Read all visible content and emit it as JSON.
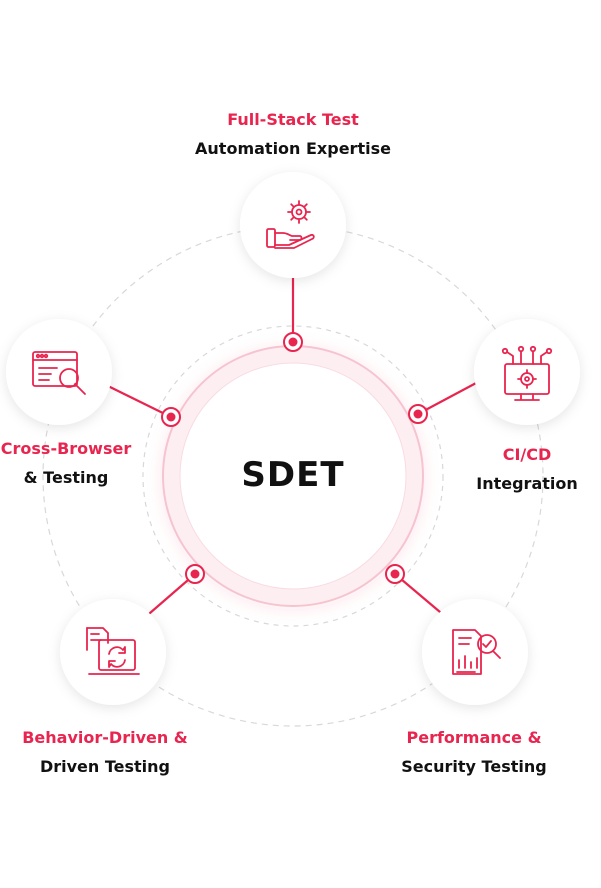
{
  "center": {
    "title": "SDET"
  },
  "nodes": [
    {
      "id": "full-stack",
      "line1": "Full-Stack Test",
      "line2": "Automation Expertise",
      "icon": "gear-hand-icon"
    },
    {
      "id": "ci-cd",
      "line1": "CI/CD",
      "line2": "Integration",
      "icon": "monitor-gear-icon"
    },
    {
      "id": "performance",
      "line1": "Performance &",
      "line2": "Security Testing",
      "icon": "report-magnifier-icon"
    },
    {
      "id": "bdd",
      "line1": "Behavior-Driven &",
      "line2": "Driven Testing",
      "icon": "document-refresh-icon"
    },
    {
      "id": "cross-browser",
      "line1": "Cross-Browser",
      "line2": "& Testing",
      "icon": "browser-magnifier-icon"
    }
  ],
  "colors": {
    "accent": "#e8254f",
    "accent_light": "#fbe3e9",
    "dark": "#111111",
    "dashed": "#d8d8d8"
  }
}
